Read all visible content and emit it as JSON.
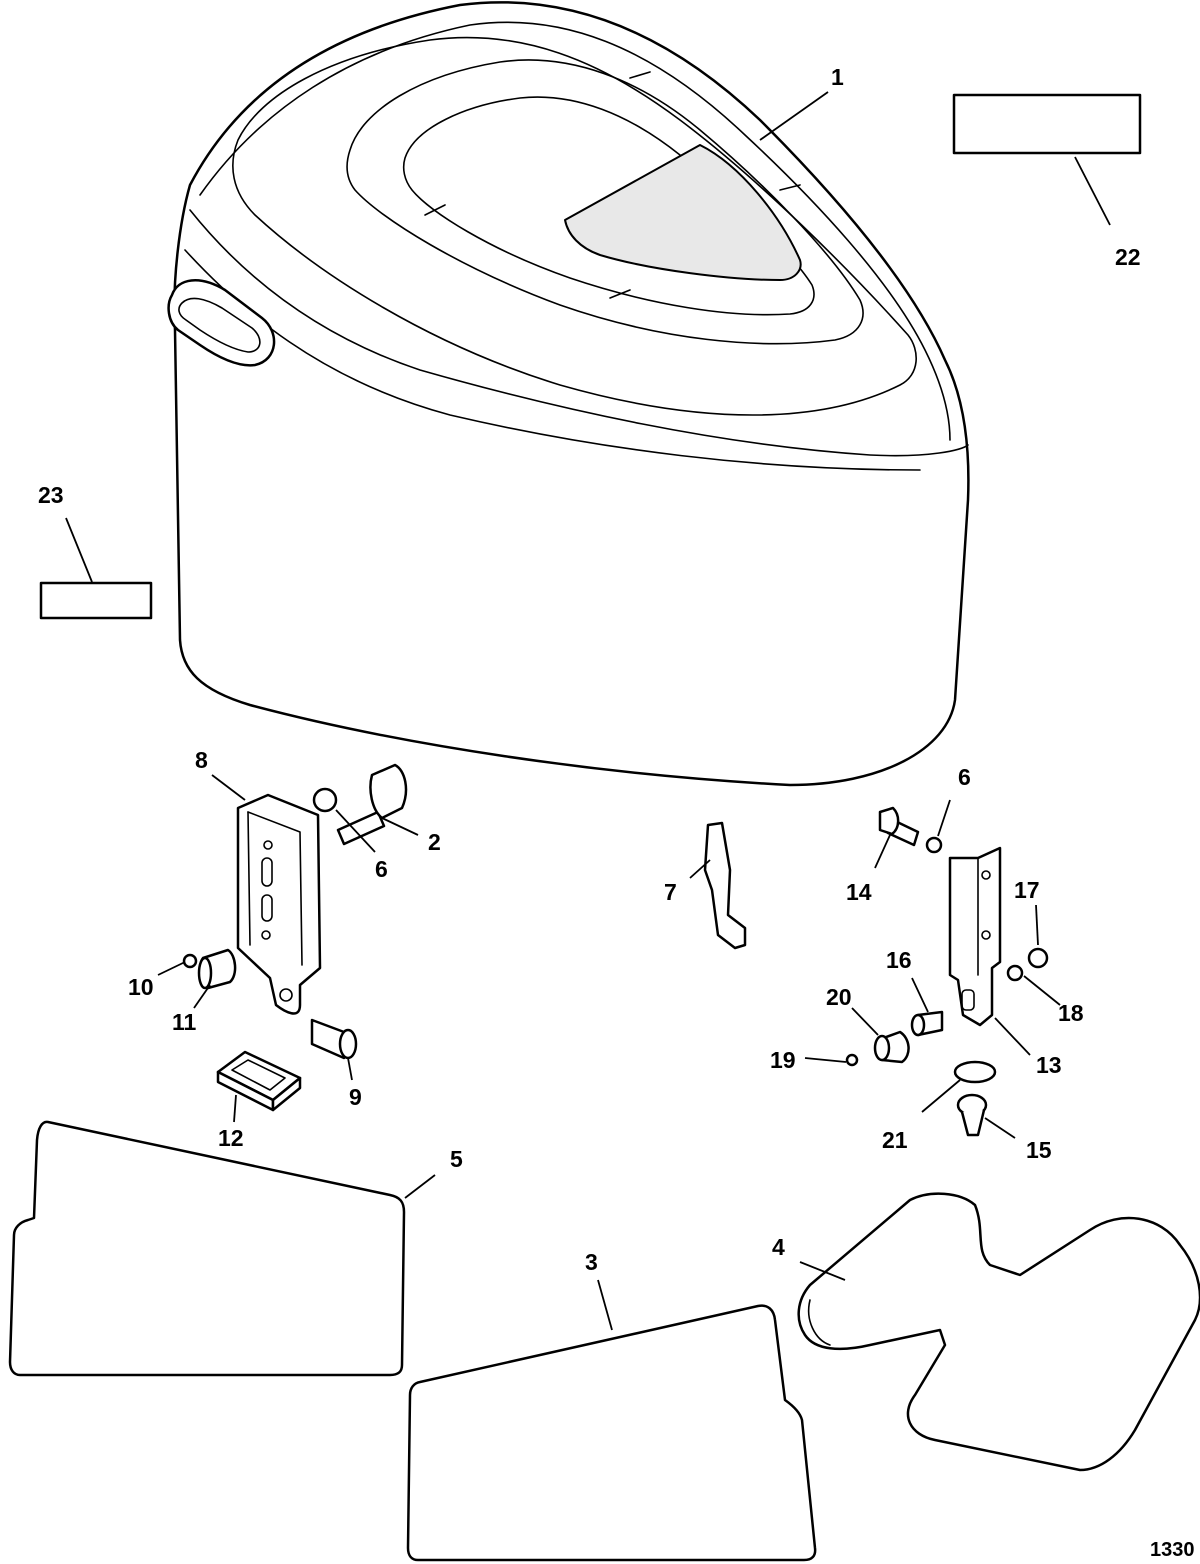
{
  "callouts": {
    "c1": "1",
    "c2": "2",
    "c3": "3",
    "c4": "4",
    "c5": "5",
    "c6a": "6",
    "c6b": "6",
    "c7": "7",
    "c8": "8",
    "c9": "9",
    "c10": "10",
    "c11": "11",
    "c12": "12",
    "c13": "13",
    "c14": "14",
    "c15": "15",
    "c16": "16",
    "c17": "17",
    "c18": "18",
    "c19": "19",
    "c20": "20",
    "c21": "21",
    "c22": "22",
    "c23": "23"
  },
  "figure_id": "1330"
}
